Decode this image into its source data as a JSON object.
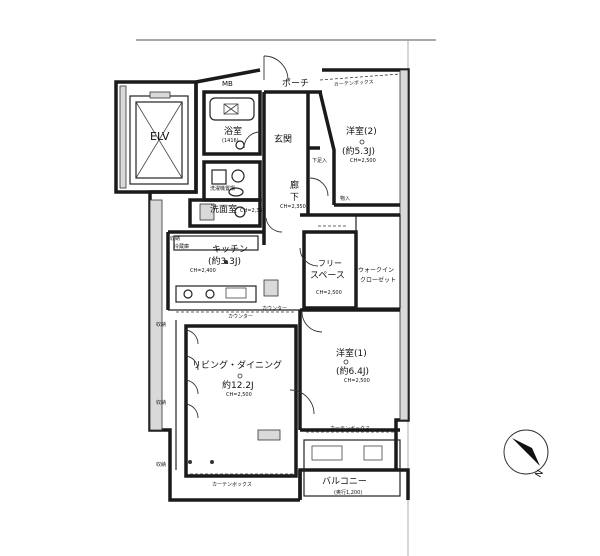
{
  "rooms": {
    "porch": "ポーチ",
    "mb": "MB",
    "bath": "浴室",
    "bath_spec": "(1416)",
    "entrance": "玄関",
    "western2": "洋室(2)",
    "western2_area": "(約5.3J)",
    "western2_ch": "CH=2,500",
    "corridor_1": "廊",
    "corridor_2": "下",
    "corridor_ch": "CH=2,350",
    "washroom": "洗面室",
    "washroom_ch": "CH=2,350",
    "laundry": "洗濯機置場",
    "kitchen": "キッチン",
    "kitchen_area": "(約3.3J)",
    "kitchen_ch": "CH=2,400",
    "free_space_1": "フリー",
    "free_space_2": "スペース",
    "free_ch": "CH=2,500",
    "wic_1": "ウォークイン",
    "wic_2": "クローゼット",
    "living": "リビング・ダイニング",
    "living_area": "約12.2J",
    "living_ch": "CH=2,500",
    "western1": "洋室(1)",
    "western1_area": "(約6.4J)",
    "western1_ch": "CH=2,500",
    "balcony": "バルコニー",
    "balcony_sub": "(奥行1,200)",
    "elv": "ELV"
  },
  "annotations": {
    "curtain_box_top": "カーテンボックス",
    "curtain_box_bottom": "カーテンボックス",
    "curtain_box_w1": "カーテンボックス",
    "counter": "カウンター",
    "counter_2": "カウンター",
    "storage_1": "収納",
    "storage_2": "収納",
    "storage_3": "収納",
    "storage_4": "収納",
    "shoe_box": "下足入",
    "fridge": "冷蔵庫",
    "shelf": "物入"
  },
  "compass": {
    "label": "N",
    "north_bearing_deg": 135
  }
}
